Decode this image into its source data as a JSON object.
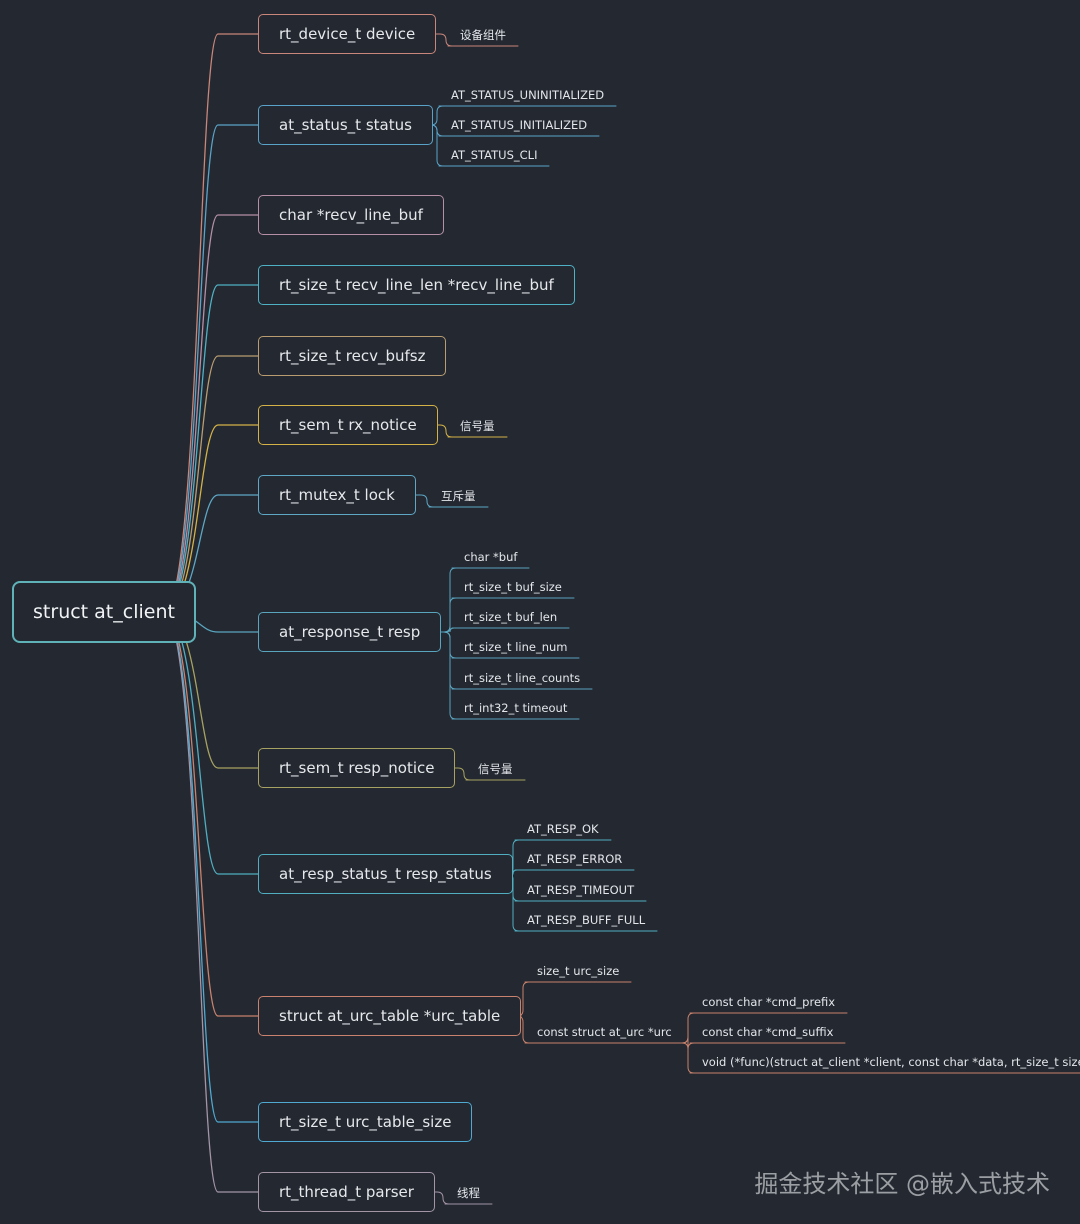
{
  "root": {
    "label": "struct at_client",
    "color": "#5fb3b8"
  },
  "members": [
    {
      "label": "rt_device_t device",
      "color": "#c9867a",
      "children": [
        {
          "label": "设备组件"
        }
      ]
    },
    {
      "label": "at_status_t status",
      "color": "#5aa3c8",
      "children": [
        {
          "label": "AT_STATUS_UNINITIALIZED"
        },
        {
          "label": "AT_STATUS_INITIALIZED"
        },
        {
          "label": "AT_STATUS_CLI"
        }
      ]
    },
    {
      "label": "char *recv_line_buf",
      "color": "#b58fa6",
      "children": []
    },
    {
      "label": "rt_size_t recv_line_len *recv_line_buf",
      "color": "#4fb2c4",
      "children": []
    },
    {
      "label": "rt_size_t recv_bufsz",
      "color": "#b99d70",
      "children": []
    },
    {
      "label": "rt_sem_t rx_notice",
      "color": "#d4b247",
      "children": [
        {
          "label": "信号量"
        }
      ]
    },
    {
      "label": "rt_mutex_t lock",
      "color": "#5ea7c5",
      "children": [
        {
          "label": "互斥量"
        }
      ]
    },
    {
      "label": "at_response_t resp",
      "color": "#5aa5be",
      "children": [
        {
          "label": "char *buf"
        },
        {
          "label": "rt_size_t buf_size"
        },
        {
          "label": "rt_size_t buf_len"
        },
        {
          "label": "rt_size_t line_num"
        },
        {
          "label": "rt_size_t line_counts"
        },
        {
          "label": "rt_int32_t timeout"
        }
      ]
    },
    {
      "label": "rt_sem_t resp_notice",
      "color": "#a7a261",
      "children": [
        {
          "label": "信号量"
        }
      ]
    },
    {
      "label": "at_resp_status_t resp_status",
      "color": "#50aec0",
      "children": [
        {
          "label": "AT_RESP_OK"
        },
        {
          "label": "AT_RESP_ERROR"
        },
        {
          "label": "AT_RESP_TIMEOUT"
        },
        {
          "label": "AT_RESP_BUFF_FULL"
        }
      ]
    },
    {
      "label": "struct at_urc_table *urc_table",
      "color": "#c8826d",
      "children": [
        {
          "label": "size_t urc_size"
        },
        {
          "label": "const struct at_urc *urc",
          "children": [
            {
              "label": "const char *cmd_prefix"
            },
            {
              "label": "const char *cmd_suffix"
            },
            {
              "label": "void (*func)(struct at_client *client, const char *data, rt_size_t size)"
            }
          ]
        }
      ]
    },
    {
      "label": "rt_size_t urc_table_size",
      "color": "#4fa9d0",
      "children": []
    },
    {
      "label": "rt_thread_t parser",
      "color": "#a394a6",
      "children": [
        {
          "label": "线程"
        }
      ]
    }
  ],
  "watermark": "掘金技术社区 @嵌入式技术"
}
